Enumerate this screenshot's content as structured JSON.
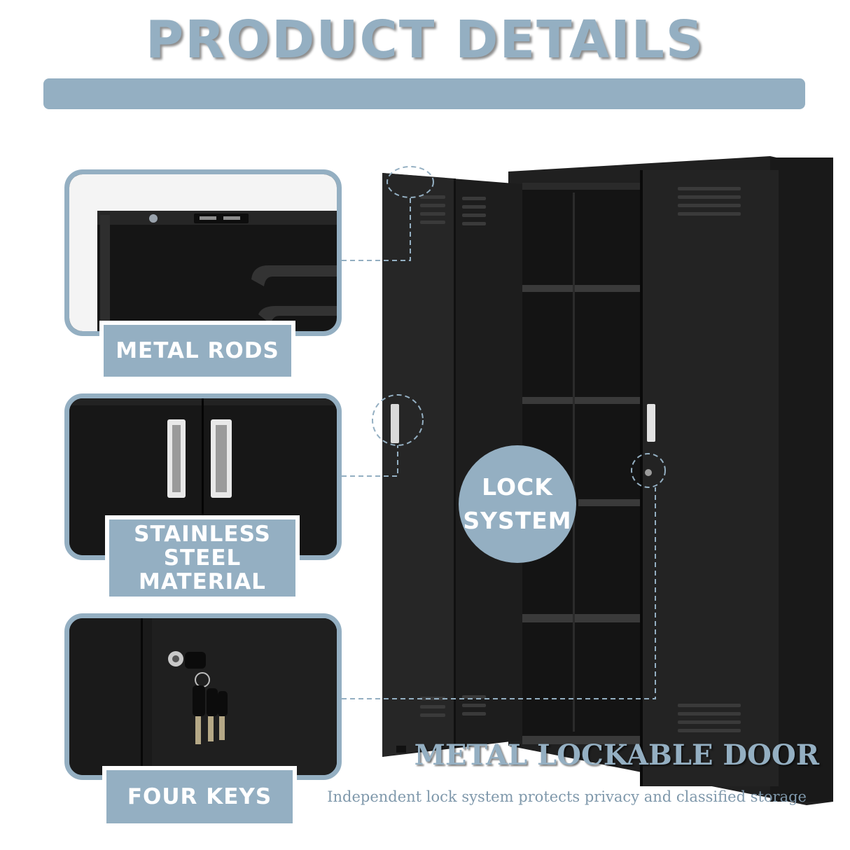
{
  "header": {
    "title": "PRODUCT DETAILS"
  },
  "details": [
    {
      "label": "METAL RODS"
    },
    {
      "label": "STAINLESS\nSTEEL\nMATERIAL"
    },
    {
      "label": "FOUR KEYS"
    }
  ],
  "badge": {
    "label": "LOCK\nSYSTEM"
  },
  "footer": {
    "title": "METAL LOCKABLE DOOR",
    "subtitle": "Independent lock system protects privacy and classified storage"
  },
  "colors": {
    "accent": "#94afc2",
    "cabinet": "#1e1e1e",
    "background": "#ffffff"
  }
}
